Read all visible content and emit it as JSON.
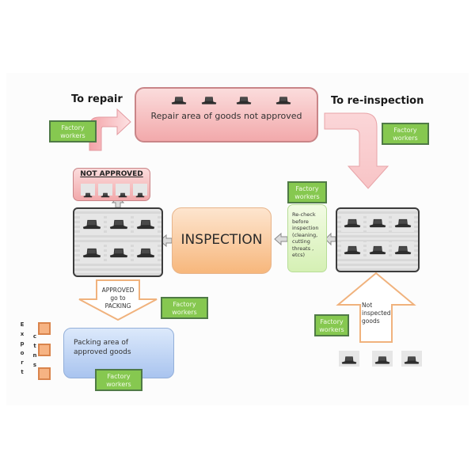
{
  "labels": {
    "to_repair": "To repair",
    "to_reinspection": "To re-inspection"
  },
  "repair_area": {
    "title": "Repair area of goods not approved",
    "items": 4
  },
  "not_approved": {
    "title": "NOT APPROVED",
    "items": 4
  },
  "inspected_bin": {
    "items": 6
  },
  "incoming_bin": {
    "items": 6
  },
  "inspection": {
    "title": "INSPECTION"
  },
  "recheck": {
    "lines": [
      "Re-check",
      "before",
      "inspection",
      "(cleaning,",
      "cutting",
      "threats ,",
      "etcs)"
    ]
  },
  "approved_arrow": {
    "lines": [
      "APPROVED",
      "go to",
      "PACKING"
    ]
  },
  "not_inspected_arrow": {
    "lines": [
      "Not",
      "inspected",
      "goods"
    ]
  },
  "packing_area": {
    "title": "Packing area of approved goods"
  },
  "export": {
    "letters": [
      "E",
      "x",
      "p",
      "o",
      "r",
      "t"
    ],
    "ctns_letters": [
      "c",
      "t",
      "n",
      "s"
    ],
    "cartons": 3
  },
  "factory_workers": [
    {
      "id": "top-left",
      "label": "Factory workers"
    },
    {
      "id": "top-right",
      "label": "Factory workers"
    },
    {
      "id": "recheck",
      "label": "Factory workers"
    },
    {
      "id": "approved",
      "label": "Factory workers"
    },
    {
      "id": "packing",
      "label": "Factory workers"
    },
    {
      "id": "not-inspected",
      "label": "Factory workers"
    }
  ],
  "loose_goods": {
    "items": 3
  },
  "colors": {
    "green_box": "#86c850",
    "green_border": "#4f7a46",
    "pink": "#f2a9ab",
    "orange": "#f7b77c",
    "light_green": "#d5f0b4",
    "blue": "#a9c4ef",
    "carton": "#f6b383",
    "gray_arrow": "#d0d0d0"
  }
}
